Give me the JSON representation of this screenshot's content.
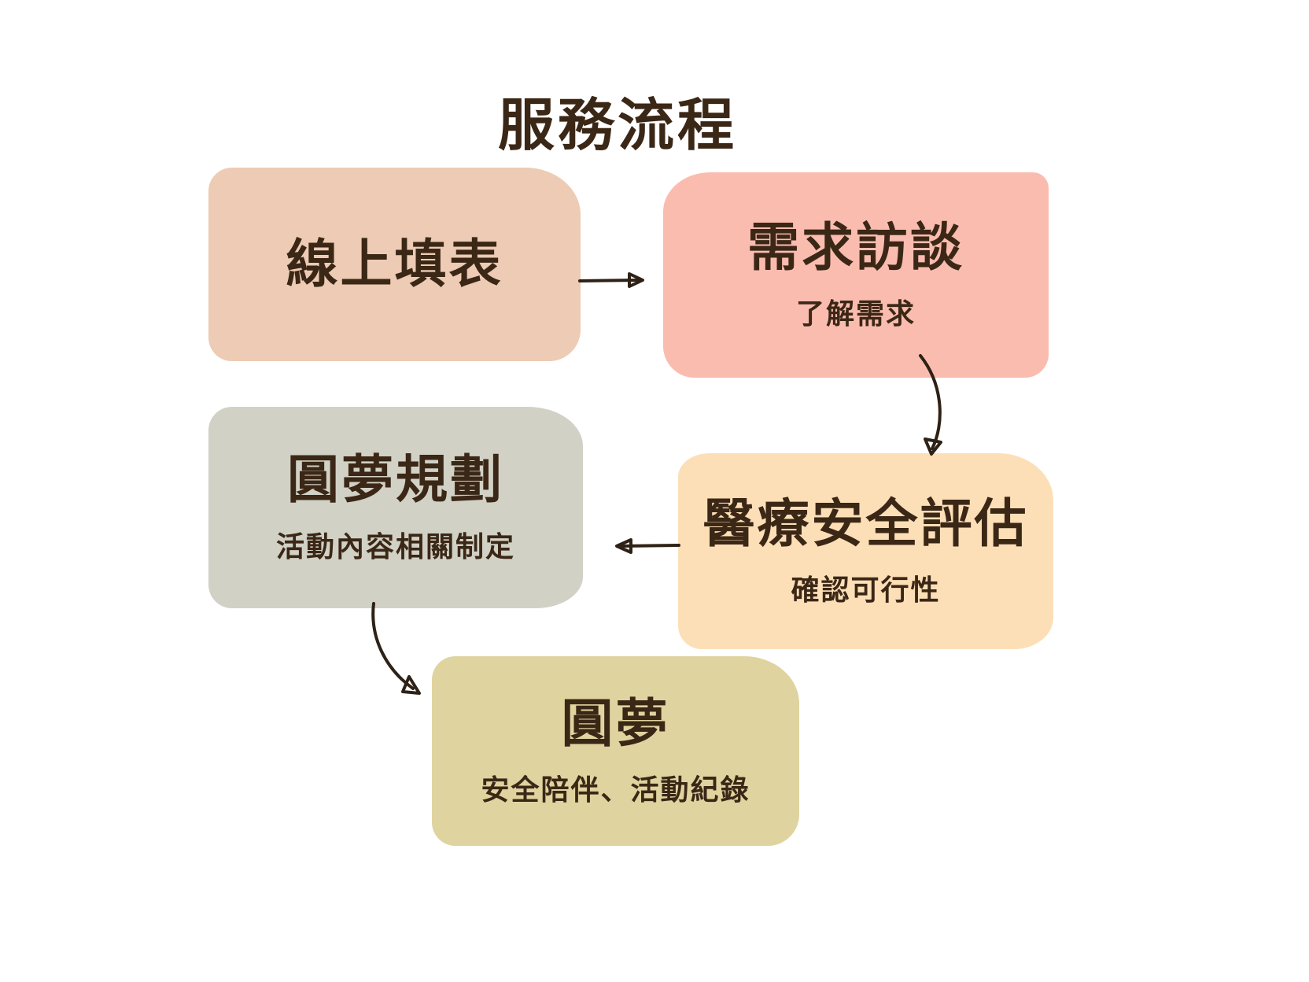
{
  "title": "服務流程",
  "steps": [
    {
      "title": "線上填表",
      "color": "#EDCBB4"
    },
    {
      "title": "需求訪談",
      "subtitle": "了解需求",
      "color": "#FBBCB0"
    },
    {
      "title": "醫療安全評估",
      "subtitle": "確認可行性",
      "color": "#FDDFB7"
    },
    {
      "title": "圓夢規劃",
      "subtitle": "活動內容相關制定",
      "color": "#D1D1C6"
    },
    {
      "title": "圓夢",
      "subtitle": "安全陪伴、活動紀錄",
      "color": "#DFD49F"
    }
  ]
}
